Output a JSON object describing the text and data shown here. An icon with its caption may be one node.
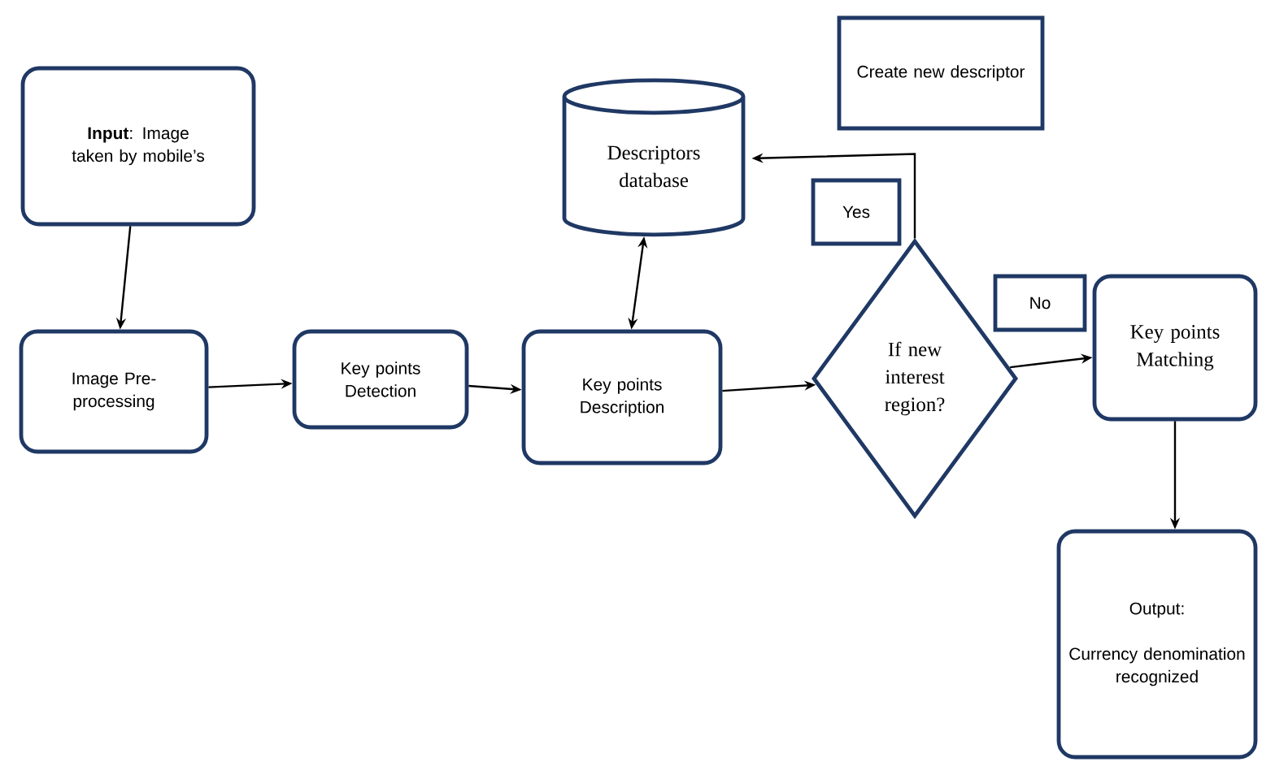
{
  "diagram": {
    "nodes": [
      {
        "text": [
          "**Input**: Image taken by mobile’s"
        ]
      },
      {
        "text": [
          "Image Pre-processing"
        ]
      },
      {
        "text": [
          "Key points Detection"
        ]
      },
      {
        "text": [
          "Key points Description"
        ]
      },
      {
        "text": [
          "Descriptors database"
        ]
      },
      {
        "text": [
          "If new interest region?"
        ]
      },
      {
        "text": [
          "Yes"
        ]
      },
      {
        "text": [
          "No"
        ]
      },
      {
        "text": [
          "Create new descriptor"
        ]
      },
      {
        "text": [
          "Key points Matching"
        ]
      },
      {
        "text": [
          "Output:",
          "Currency denomination recognized"
        ]
      }
    ],
    "edges": [
      {
        "from": 0,
        "to": 1,
        "arrow": "to"
      },
      {
        "from": 1,
        "to": 2,
        "arrow": "to"
      },
      {
        "from": 2,
        "to": 3,
        "arrow": "to"
      },
      {
        "from": 3,
        "to": 4,
        "arrow": "both"
      },
      {
        "from": 3,
        "to": 5,
        "arrow": "to"
      },
      {
        "from": 5,
        "to": 4,
        "arrow": "to"
      },
      {
        "from": 5,
        "to": 9,
        "arrow": "to"
      },
      {
        "from": 9,
        "to": 10,
        "arrow": "to"
      }
    ]
  }
}
